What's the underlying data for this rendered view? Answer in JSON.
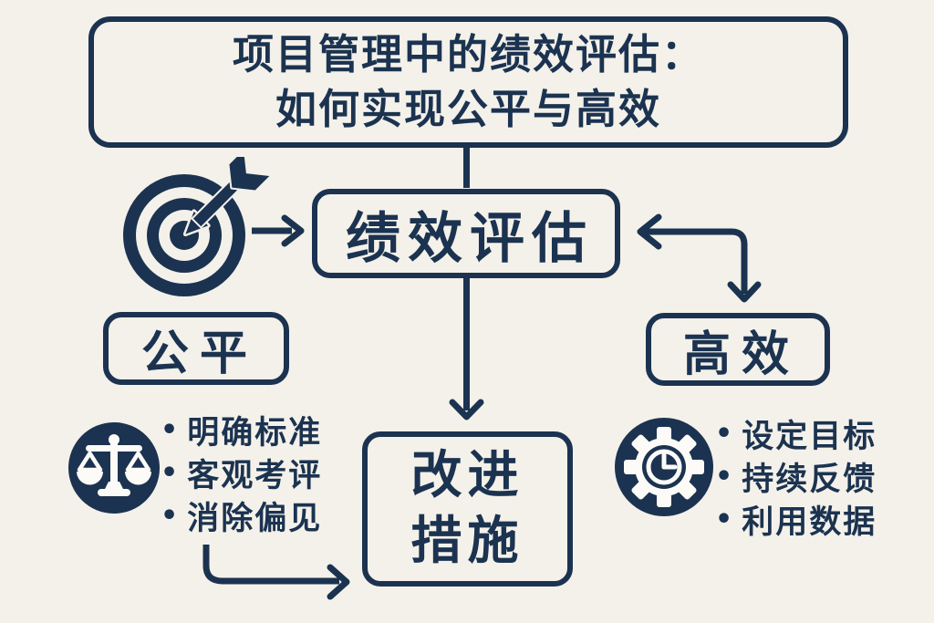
{
  "canvas": {
    "background_color": "#f4f1ea",
    "ink_color": "#1b3350",
    "icon_glyph_color": "#fcfbf8"
  },
  "title": {
    "line1": "项目管理中的绩效评估：",
    "line2": "如何实现公平与高效"
  },
  "nodes": {
    "center": {
      "label": "绩效评估"
    },
    "fair": {
      "label": "公平"
    },
    "efficient": {
      "label": "高效"
    },
    "improve": {
      "line1": "改进",
      "line2": "措施"
    }
  },
  "left_panel": {
    "icon": "scales-of-justice-icon",
    "bullet_char": "•",
    "items": [
      "明确标准",
      "客观考评",
      "消除偏见"
    ]
  },
  "right_panel": {
    "icon": "gear-clock-icon",
    "bullet_char": "•",
    "items": [
      "设定目标",
      "持续反馈",
      "利用数据"
    ]
  },
  "icons": {
    "target": "target-dart-icon"
  }
}
